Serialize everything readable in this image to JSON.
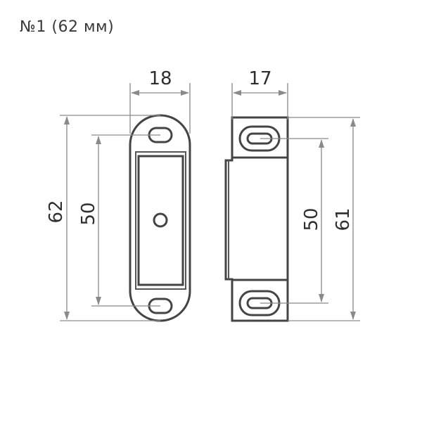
{
  "title": "№1 (62 мм)",
  "front_view": {
    "width_label": "18",
    "height_label": "62",
    "hole_spacing_label": "50"
  },
  "side_view": {
    "width_label": "17",
    "height_label": "61",
    "hole_spacing_label": "50"
  }
}
